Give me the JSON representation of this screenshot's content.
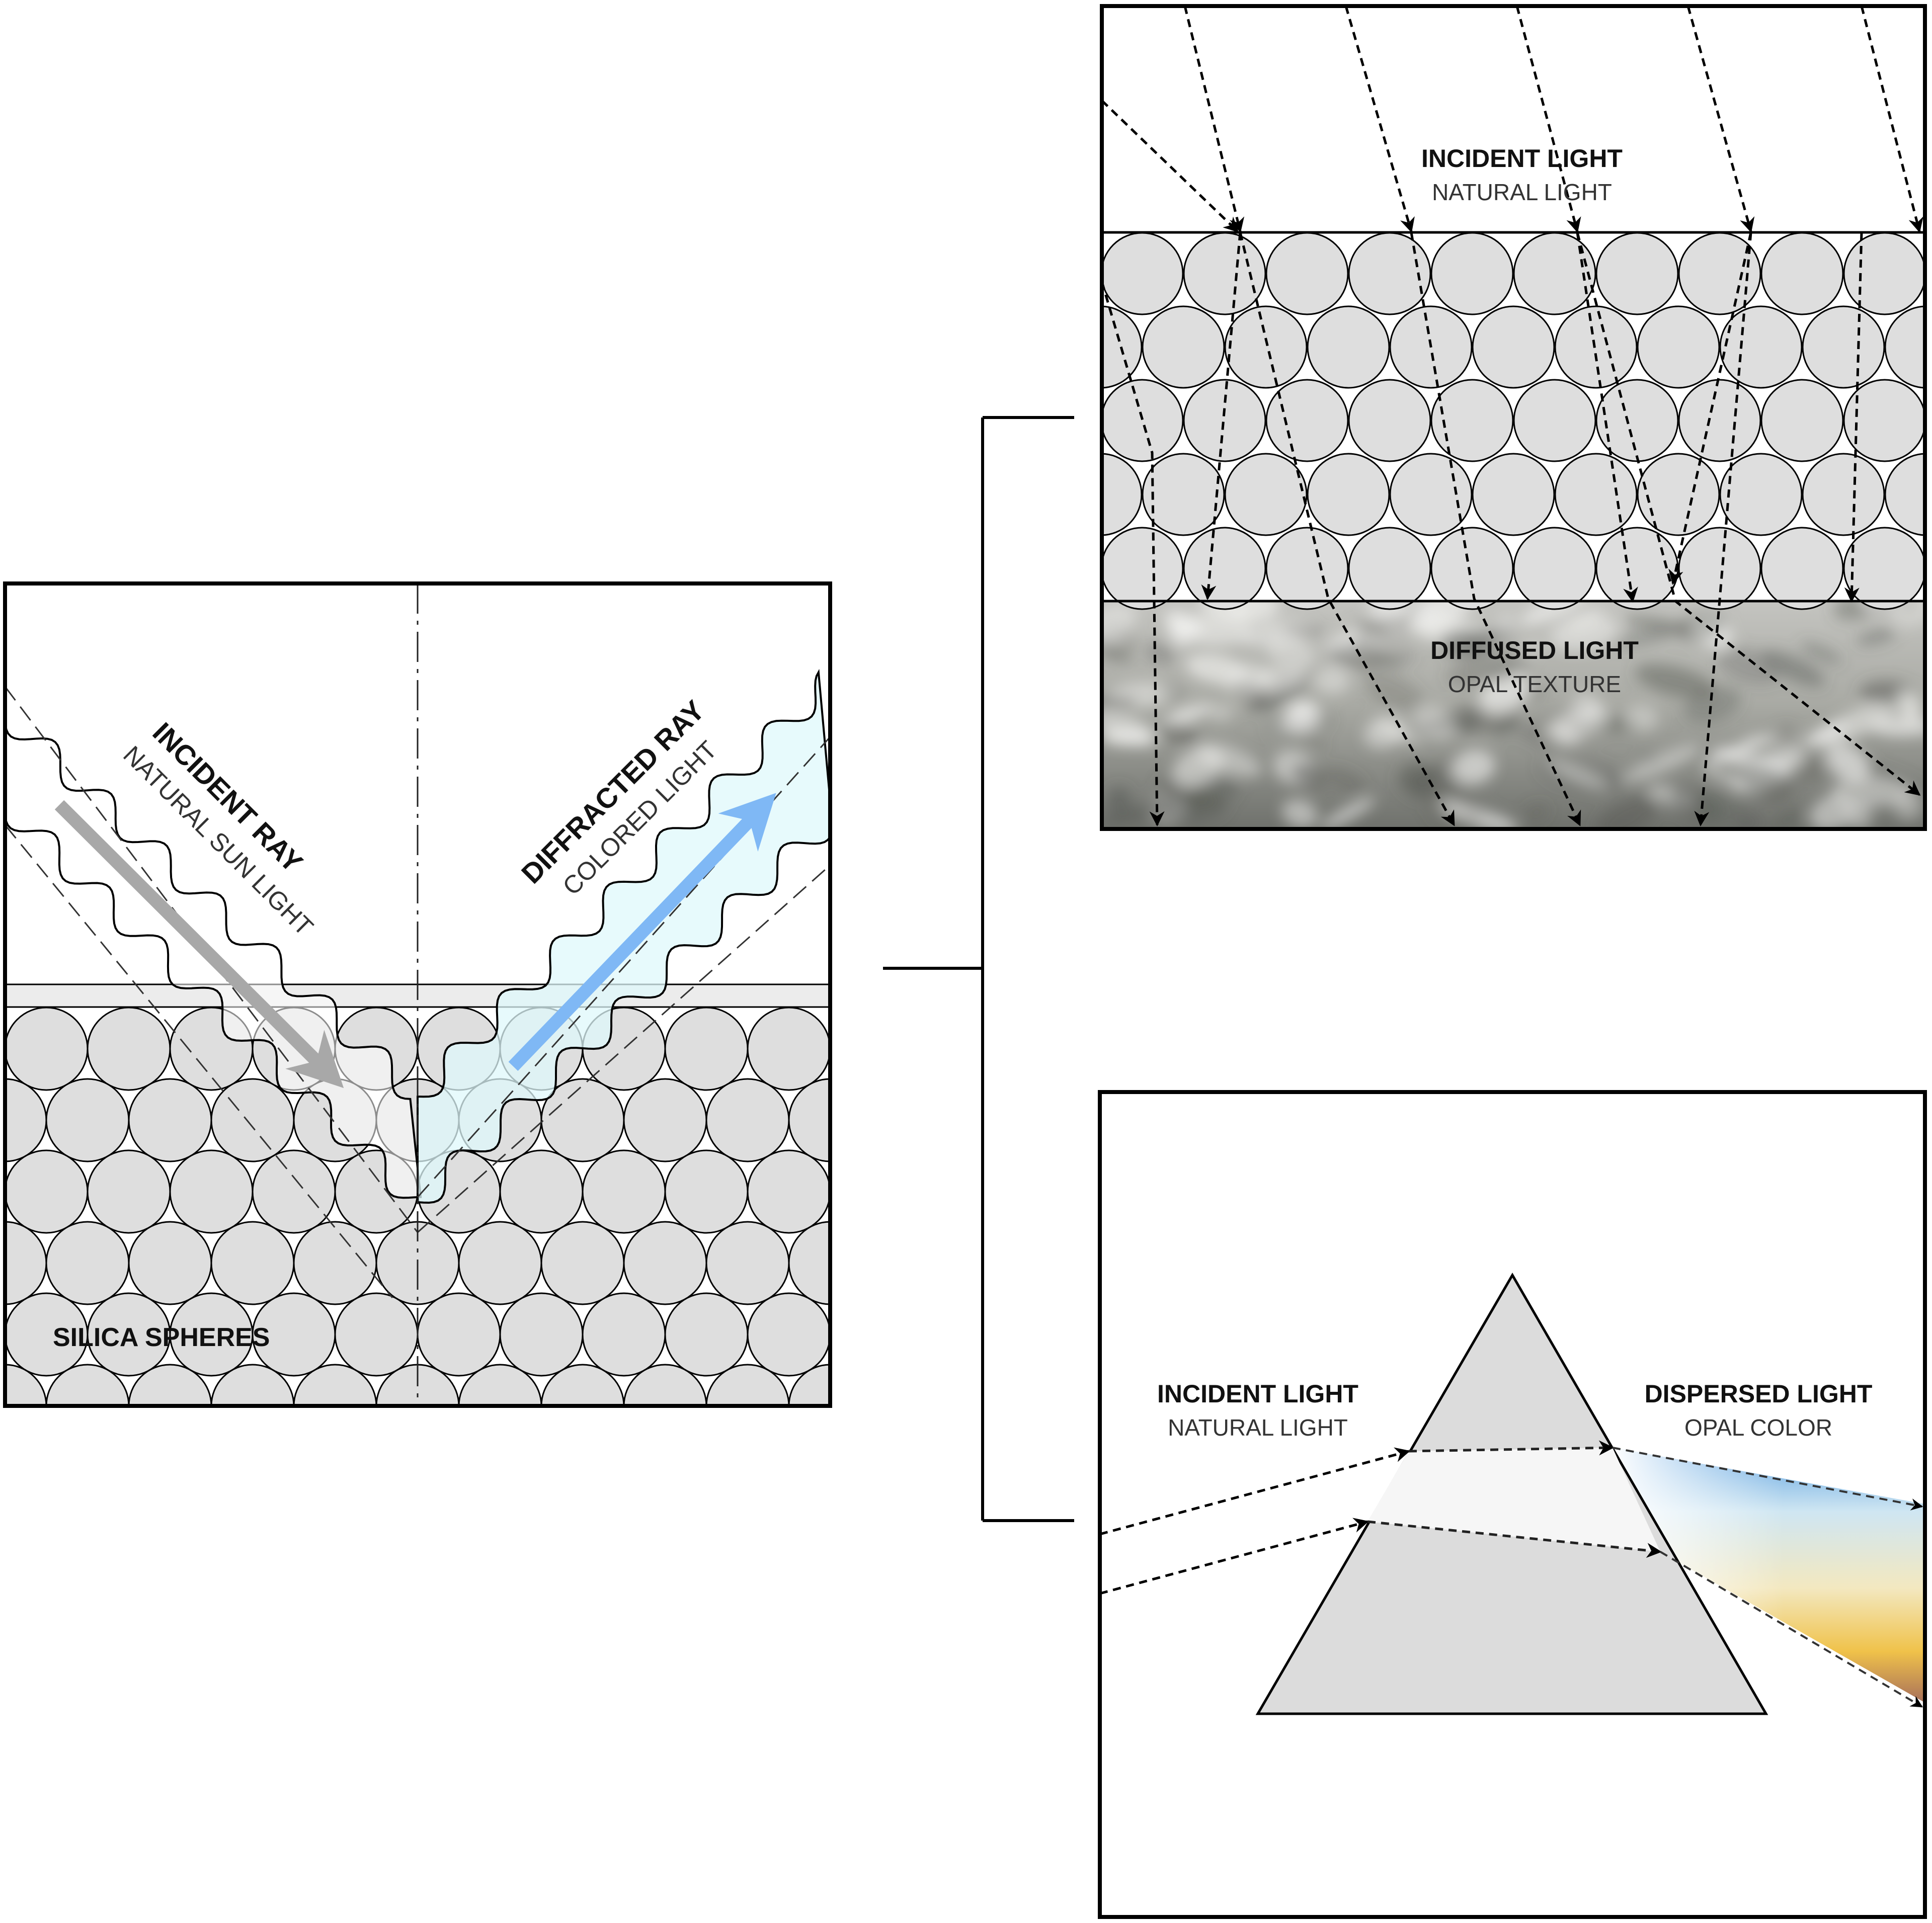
{
  "left_panel": {
    "incident_ray": {
      "title": "INCIDENT RAY",
      "subtitle": "NATURAL SUN LIGHT"
    },
    "diffracted_ray": {
      "title": "DIFFRACTED RAY",
      "subtitle": "COLORED LIGHT"
    },
    "spheres_label": "SILICA SPHERES"
  },
  "top_right_panel": {
    "incident": {
      "title": "INCIDENT LIGHT",
      "subtitle": "NATURAL LIGHT"
    },
    "diffused": {
      "title": "DIFFUSED LIGHT",
      "subtitle": "OPAL TEXTURE"
    }
  },
  "bottom_right_panel": {
    "incident": {
      "title": "INCIDENT LIGHT",
      "subtitle": "NATURAL LIGHT"
    },
    "dispersed": {
      "title": "DISPERSED LIGHT",
      "subtitle": "OPAL COLOR"
    }
  },
  "colors": {
    "sphere_fill": "#dedede",
    "incident_arrow": "#a8a8a8",
    "diffracted_arrow": "#7fb8f5",
    "diffracted_band": "#e6fafc",
    "spectrum": [
      "#5aa0e0",
      "#cfe6f2",
      "#f3e8c0",
      "#f0c24a",
      "#a8705a"
    ]
  }
}
